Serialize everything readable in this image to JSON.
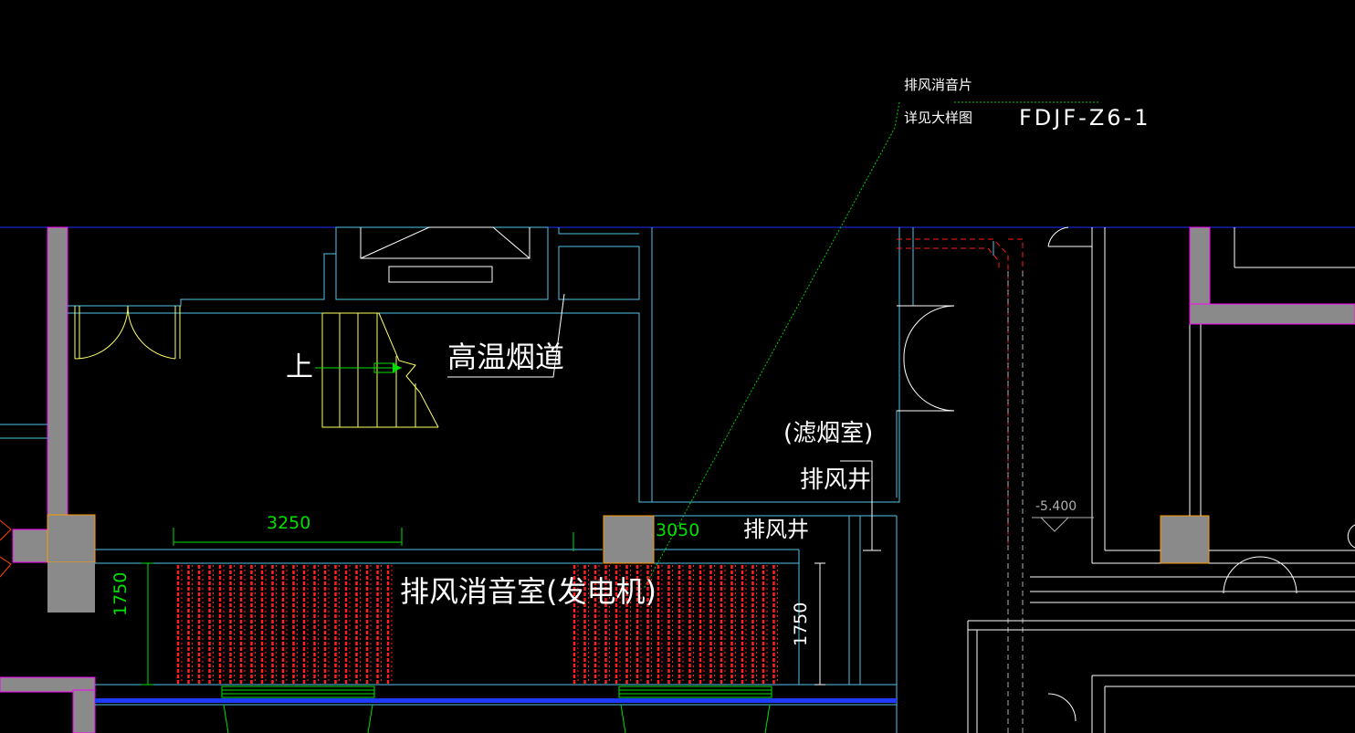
{
  "title": "",
  "drawing": {
    "colors": {
      "background": "#000000",
      "wall_blue": "#1e90ff",
      "cyan": "#4fc3e8",
      "green": "#00e000",
      "red": "#ff2020",
      "gray_fill": "#8a8a8a",
      "magenta": "#ff00ff",
      "yellow": "#ffff66",
      "white": "#ffffff",
      "orange": "#ff9900"
    },
    "labels": {
      "exhaust_silencer_plate": "排风消音片",
      "see_detail_drawing": "详见大样图",
      "drawing_ref": "FDJF-Z6-1",
      "high_temp_flue": "高温烟道",
      "up": "上",
      "smoke_filter_room": "(滤烟室)",
      "exhaust_shaft_1": "排风井",
      "exhaust_shaft_2": "排风井",
      "silencer_room": "排风消音室(发电机)",
      "elevation": "-5.400"
    },
    "dimensions": {
      "dim_3250": "3250",
      "dim_3050": "3050",
      "dim_1750_left": "1750",
      "dim_1750_right": "1750"
    },
    "icons": {
      "stair_arrow": "arrow-right-icon",
      "elevation_marker": "triangle-down-icon",
      "swing_door": "door-arc-icon",
      "break_mark": "break-line-icon"
    }
  }
}
